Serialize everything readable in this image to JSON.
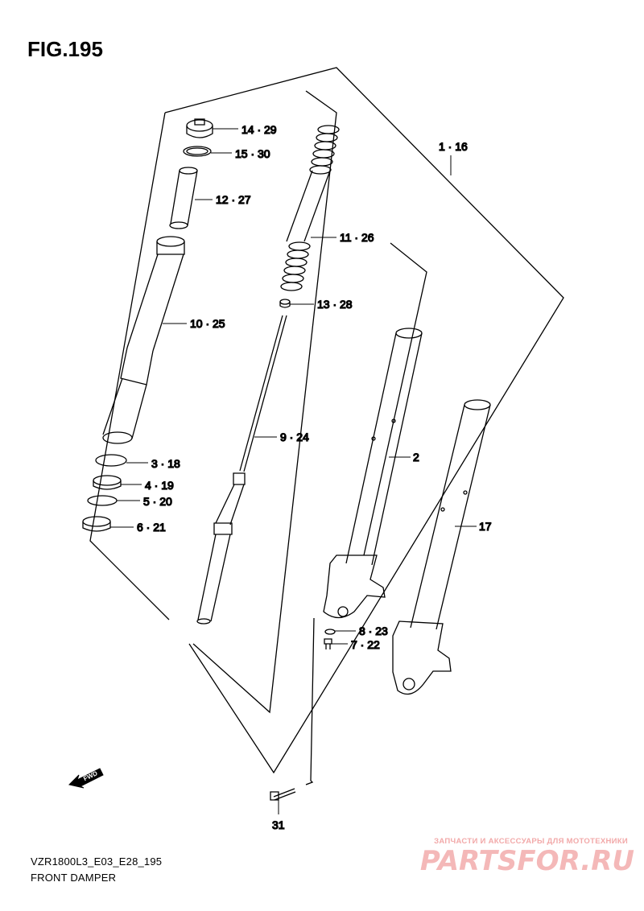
{
  "figure": {
    "title": "FIG.195",
    "model_code": "VZR1800L3_E03_E28_195",
    "diagram_name": "FRONT DAMPER"
  },
  "callouts": {
    "c14": "14 · 29",
    "c15": "15 · 30",
    "c12": "12 · 27",
    "c10": "10 · 25",
    "c3": "3 · 18",
    "c4": "4 · 19",
    "c5": "5 · 20",
    "c6": "6 · 21",
    "c11": "11 · 26",
    "c13": "13 · 28",
    "c9": "9 · 24",
    "c1": "1 · 16",
    "c2": "2",
    "c17": "17",
    "c8": "8 · 23",
    "c7": "7 · 22",
    "c31": "31"
  },
  "direction_marker": "FWD",
  "watermark": {
    "tagline": "ЗАПЧАСТИ И АКСЕССУАРЫ ДЛЯ МОТОТЕХНИКИ",
    "logo": "PARTSFOR.RU"
  }
}
